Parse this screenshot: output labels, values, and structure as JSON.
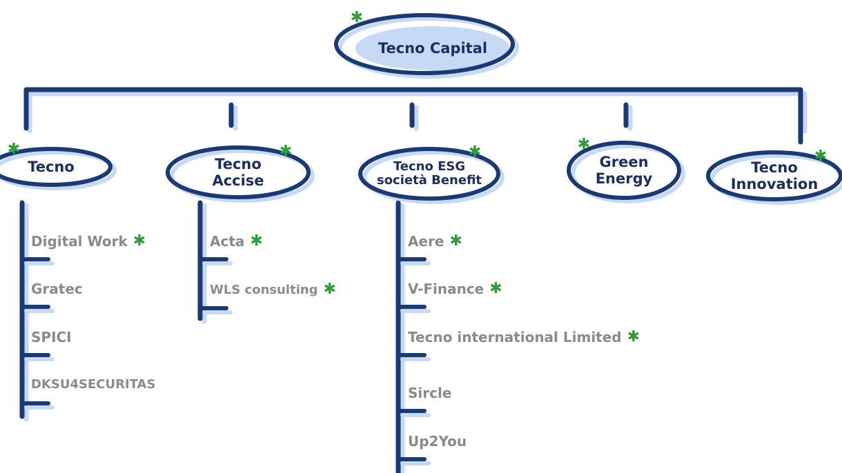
{
  "root": {
    "label": "Tecno Capital"
  },
  "companies": [
    {
      "id": "tecno",
      "label_lines": [
        "Tecno"
      ],
      "children": [
        {
          "label": "Digital Work",
          "starred": true
        },
        {
          "label": "Gratec",
          "starred": false
        },
        {
          "label": "SPICI",
          "starred": false
        },
        {
          "label": "DKSU4SECURITAS",
          "starred": false
        }
      ]
    },
    {
      "id": "accise",
      "label_lines": [
        "Tecno",
        "Accise"
      ],
      "children": [
        {
          "label": "Acta",
          "starred": true
        },
        {
          "label": "WLS consulting",
          "starred": true
        }
      ]
    },
    {
      "id": "esg",
      "label_lines": [
        "Tecno ESG",
        "società Benefit"
      ],
      "children": [
        {
          "label": "Aere",
          "starred": true
        },
        {
          "label": "V-Finance",
          "starred": true
        },
        {
          "label": "Tecno international Limited",
          "starred": true
        },
        {
          "label": "Sircle",
          "starred": false
        },
        {
          "label": "Up2You",
          "starred": false
        }
      ]
    },
    {
      "id": "green",
      "label_lines": [
        "Green",
        "Energy"
      ],
      "children": []
    },
    {
      "id": "innovation",
      "label_lines": [
        "Tecno",
        "Innovation"
      ],
      "children": []
    }
  ],
  "marker": {
    "glyph": "✱",
    "color": "#2e9e3b"
  },
  "colors": {
    "line": "#1b3a73",
    "shadow": "#c7daf5",
    "label": "#1b2f5e",
    "child_text": "#8a8a8a"
  }
}
